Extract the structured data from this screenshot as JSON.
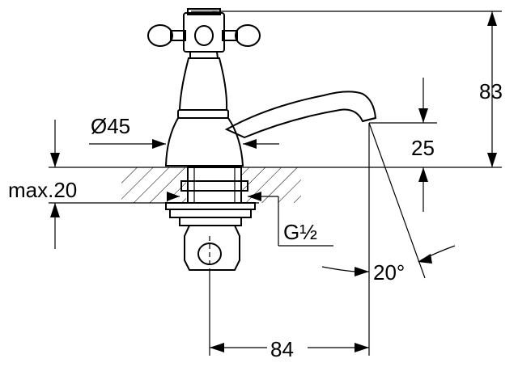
{
  "dimensions": {
    "diameter": "Ø45",
    "height": "83",
    "spout_height": "25",
    "max_thickness": "max.20",
    "thread": "G½",
    "spout_angle": "20°",
    "projection": "84"
  }
}
